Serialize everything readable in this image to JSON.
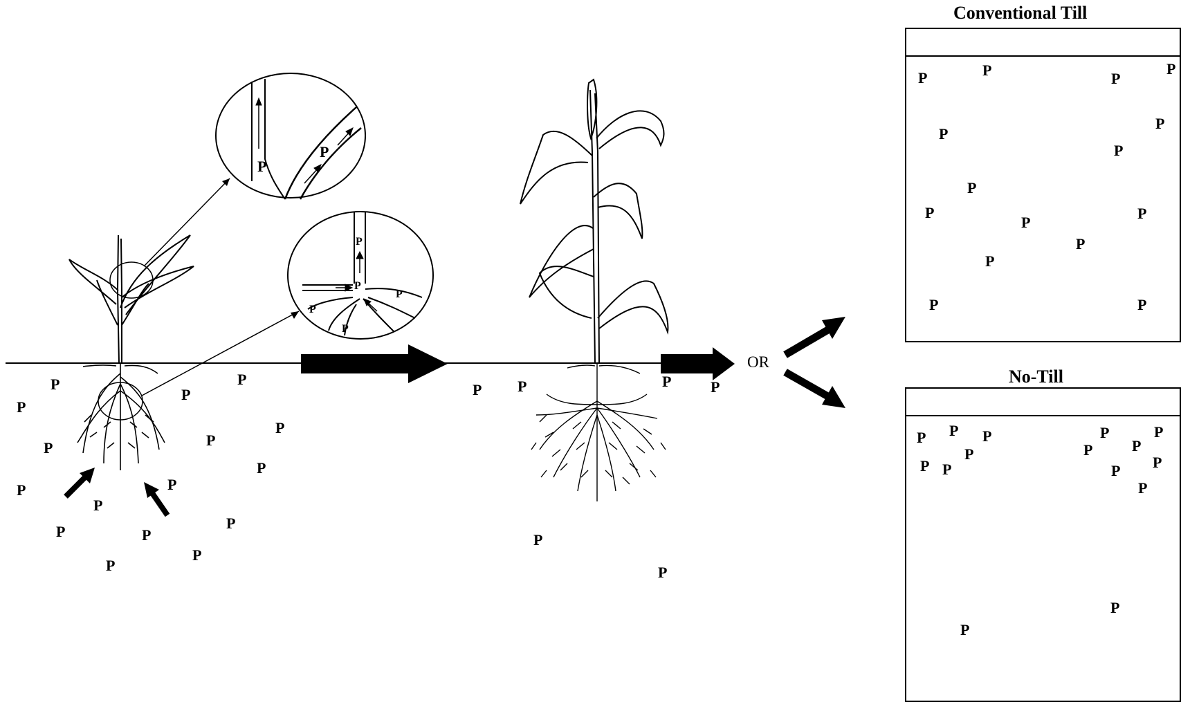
{
  "panels": {
    "conventional": {
      "title": "Conventional Till"
    },
    "notill": {
      "title": "No-Till"
    }
  },
  "or_label": "OR",
  "p_label": "P",
  "colors": {
    "ink": "#000000",
    "background": "#ffffff"
  }
}
